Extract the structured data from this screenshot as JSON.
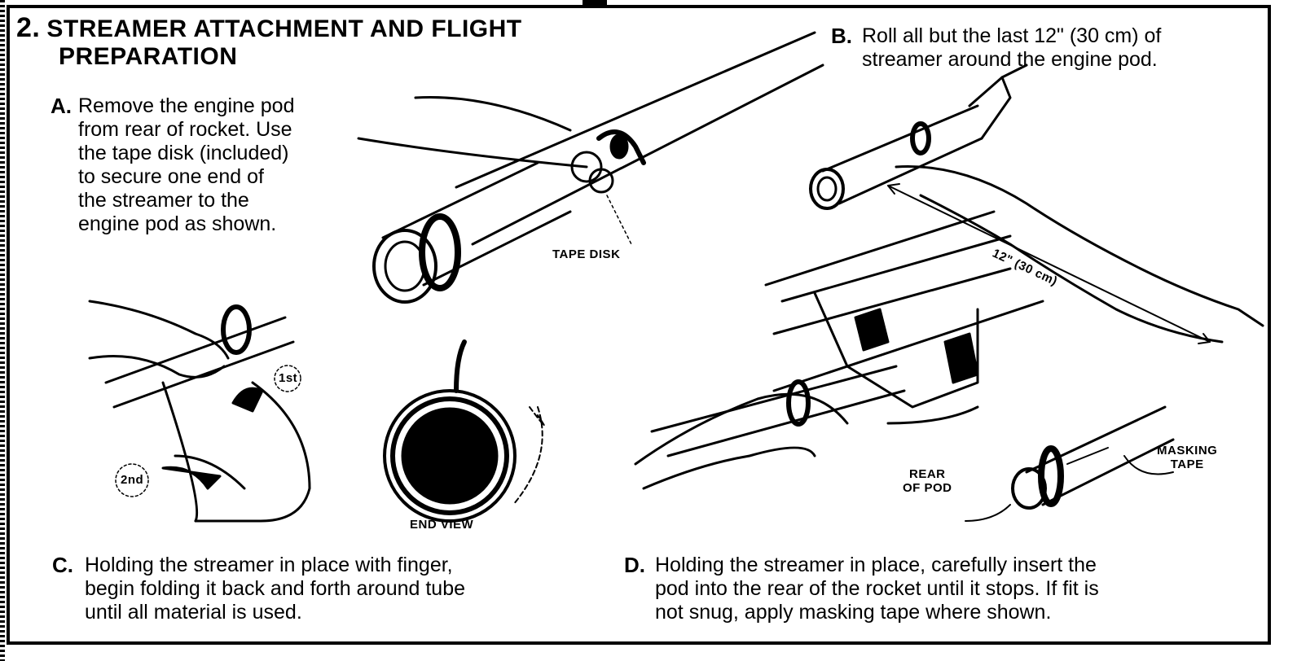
{
  "section": {
    "number": "2.",
    "title_line1": "STREAMER ATTACHMENT AND FLIGHT",
    "title_line2": "PREPARATION"
  },
  "steps": {
    "a": {
      "label": "A.",
      "text": "Remove the engine pod\nfrom rear of rocket. Use\nthe tape disk (included)\nto secure one end of\nthe streamer to the\nengine pod as shown."
    },
    "b": {
      "label": "B.",
      "text": "Roll all but the last 12\" (30 cm) of\nstreamer around the engine pod."
    },
    "c": {
      "label": "C.",
      "text": "Holding the streamer in place with finger,\nbegin folding it back and forth around tube\nuntil all material is used."
    },
    "d": {
      "label": "D.",
      "text": "Holding the streamer in place, carefully insert the\npod into the rear of the rocket until it stops. If fit is\nnot snug, apply masking tape where shown."
    }
  },
  "callouts": {
    "tape_disk": "TAPE DISK",
    "measure": "12\" (30 cm)",
    "first": "1st",
    "second": "2nd",
    "end_view": "END VIEW",
    "rear_of_pod": "REAR\nOF POD",
    "masking_tape": "MASKING\nTAPE"
  }
}
